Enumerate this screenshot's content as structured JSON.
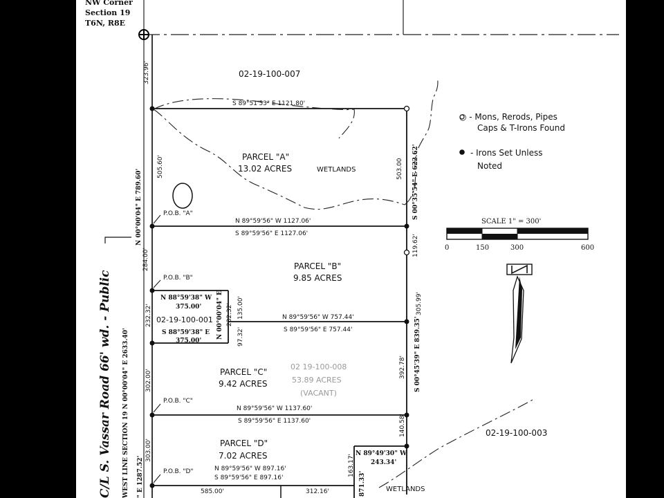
{
  "corner": {
    "line1": "NW Corner",
    "line2": "Section 19",
    "line3": "T6N, R8E"
  },
  "parcels": {
    "a": {
      "name": "PARCEL \"A\"",
      "acres": "13.02 ACRES"
    },
    "b": {
      "name": "PARCEL \"B\"",
      "acres": "9.85 ACRES"
    },
    "c": {
      "name": "PARCEL \"C\"",
      "acres": "9.42 ACRES"
    },
    "d": {
      "name": "PARCEL \"D\"",
      "acres": "7.02 ACRES"
    }
  },
  "tax_ids": {
    "north": "02-19-100-007",
    "small": "02-19-100-001",
    "east": "02-19-100-003",
    "vacant_id": "02 19-100-008",
    "vacant_acres": "53.89 ACRES",
    "vacant_label": "(VACANT)"
  },
  "wetlands": {
    "upper": "WETLANDS",
    "lower": "WETLANDS"
  },
  "pob": {
    "a": "P.O.B. \"A\"",
    "b": "P.O.B. \"B\"",
    "c": "P.O.B. \"C\"",
    "d": "P.O.B. \"D\""
  },
  "bearings": {
    "top": "S 89°51'53\" E 1121.80'",
    "a_south_n": "N 89°59'56\" W 1127.06'",
    "a_south_s": "S 89°59'56\" E 1127.06'",
    "small_top_1": "N 88°59'38\" W",
    "small_top_2": "375.00'",
    "small_mid_1": "N 89°59'56\" W 757.44'",
    "small_mid_2": "S 89°59'56\" E 757.44'",
    "small_bot_1": "S 88°59'38\" E",
    "small_bot_2": "375.00'",
    "c_south_n": "N 89°59'56\" W 1137.60'",
    "c_south_s": "S 89°59'56\" E 1137.60'",
    "d_line_n": "N 89°59'56\" W 897.16'",
    "d_line_s": "S 89°59'56\" E 897.16'",
    "d_east_1": "N 89°49'30\" W",
    "d_east_2": "243.34'",
    "west_a": "N 00°00'04\" E 789.60'",
    "small_east": "N 00°00'04\" E",
    "small_east_2": "232.32'",
    "east_a": "S 00°35'54\" E 622.62'",
    "east_c": "S 00°45'39\" E 839.35'",
    "west_section": "WEST LINE SECTION 19  N 00°00'04\" E 2633.40'",
    "west_d": "\" E 1287.52'",
    "d_east_dist": "871.33'"
  },
  "distances": {
    "d323": "323.96'",
    "d505": "505.60'",
    "d503": "503.00",
    "d119": "119.62'",
    "d284": "284.00'",
    "d305": "305.99'",
    "d135": "135.00'",
    "d232": "232.32'",
    "d97": "97.32'",
    "d392": "392.78'",
    "d302": "302.00'",
    "d303": "303.00'",
    "d140": "140.58'",
    "d163": "163.17'",
    "d585": "585.00'",
    "d312": "312.16'"
  },
  "road": {
    "line1": "C/L S. Vassar Road 66' wd. - Public"
  },
  "legend": {
    "found_1": "○  - Mons, Rerods, Pipes",
    "found_2": "Caps & T-Irons Found",
    "set_1": "- Irons Set Unless",
    "set_2": "Noted"
  },
  "scale": {
    "title": "SCALE  1\" = 300'",
    "t0": "0",
    "t150": "150",
    "t300": "300",
    "t600": "600"
  },
  "north": {
    "label": "N"
  }
}
